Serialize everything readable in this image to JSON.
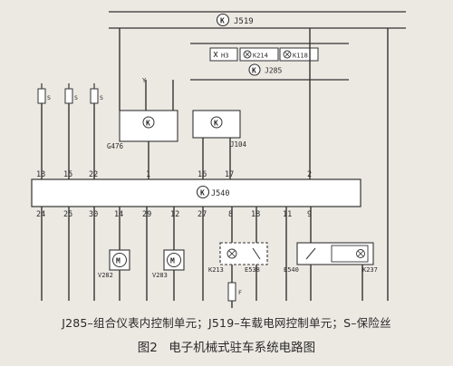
{
  "modules": {
    "top": "J519",
    "cluster": "J285",
    "main": "J540",
    "left_small": "G476",
    "right_small": "J104"
  },
  "cluster_indicators": [
    "H3",
    "K214",
    "K118"
  ],
  "fuse_labels": [
    "S",
    "S",
    "S"
  ],
  "pins_top": [
    "13",
    "15",
    "22",
    "1",
    "16",
    "17",
    "2"
  ],
  "pins_bottom": [
    "24",
    "25",
    "30",
    "14",
    "29",
    "12",
    "27",
    "8",
    "18",
    "11",
    "9"
  ],
  "misc": {
    "gnd_mark": "Y",
    "fuse_bottom": "F"
  },
  "components": {
    "v282": "V282",
    "v283": "V283",
    "k213": "K213",
    "e538": "E538",
    "e540": "E540",
    "k237": "K237"
  },
  "caption": {
    "legend": "J285–组合仪表内控制单元；J519–车载电网控制单元；S–保险丝",
    "figure_number": "图2",
    "figure_title": "电子机械式驻车系统电路图"
  }
}
